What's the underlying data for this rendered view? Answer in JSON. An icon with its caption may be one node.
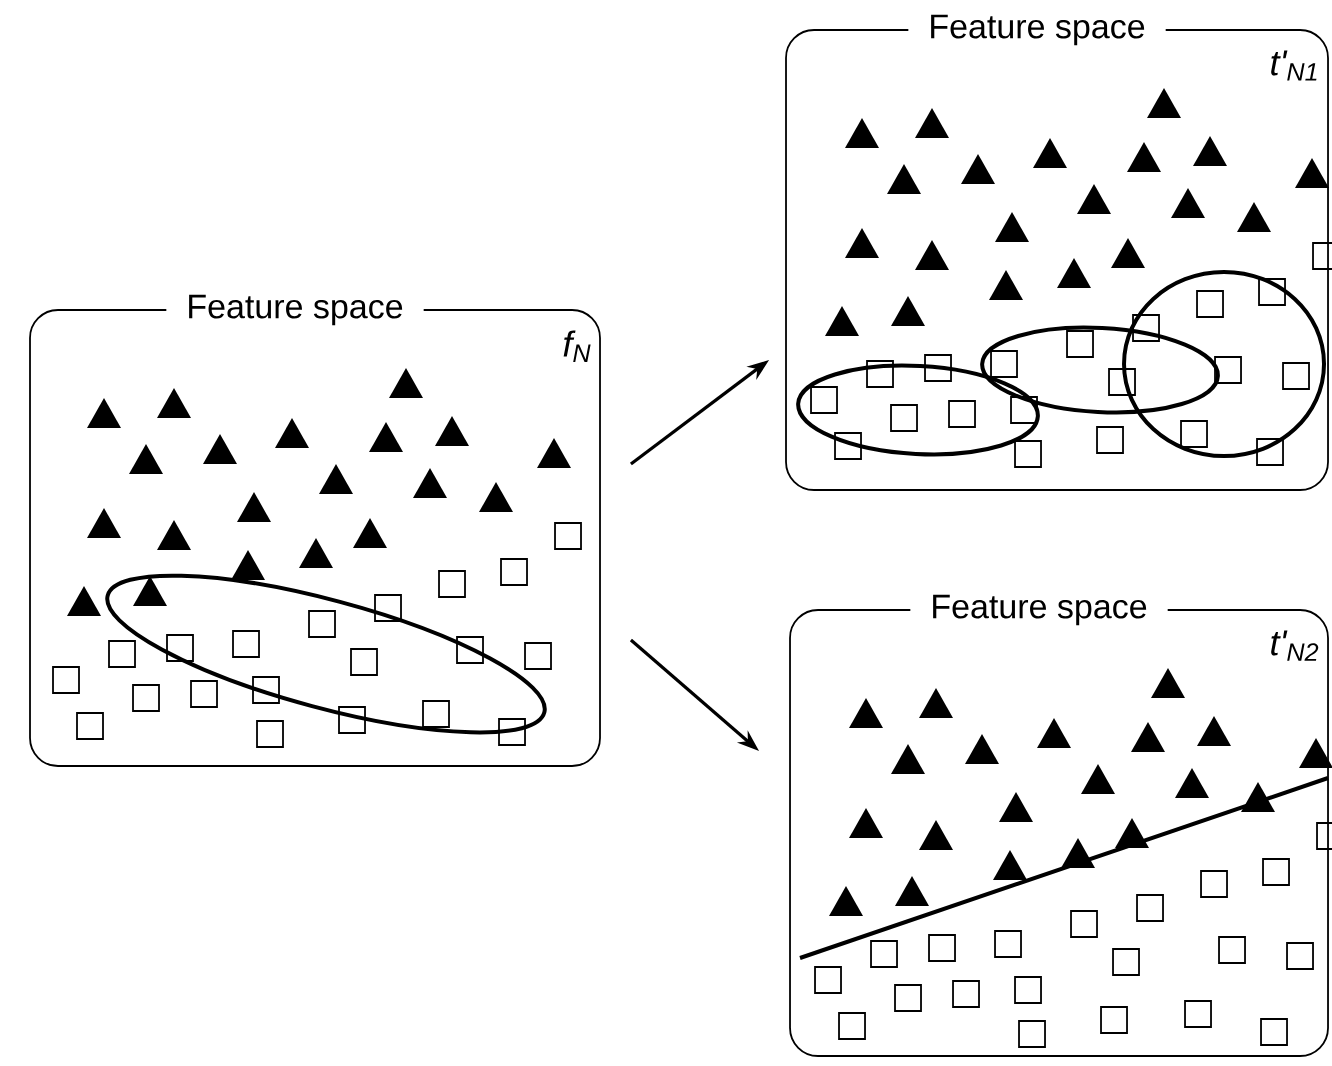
{
  "diagram": {
    "nodes": [
      {
        "text": [
          "Feature space",
          "f$_{N}$"
        ]
      },
      {
        "text": [
          "Feature space",
          "t'$_{N1}$"
        ]
      },
      {
        "text": [
          "Feature space",
          "t'$_{N2}$"
        ]
      }
    ],
    "edges": [
      {
        "from": 0,
        "to": 1,
        "arrow": "to"
      },
      {
        "from": 0,
        "to": 2,
        "arrow": "to"
      }
    ]
  }
}
